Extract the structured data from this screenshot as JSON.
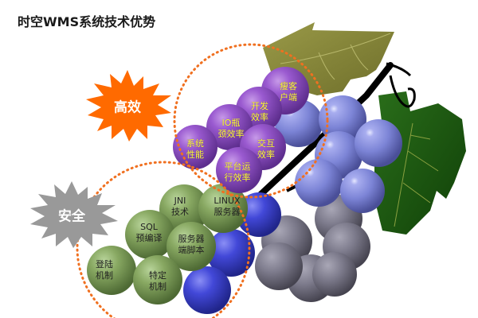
{
  "title": "时空WMS系统技术优势",
  "categories": {
    "efficiency": {
      "label": "高效",
      "color": "#ff6a00"
    },
    "security": {
      "label": "安全",
      "color": "#999999"
    }
  },
  "efficiency_items": [
    {
      "label": "瘦客\n户端"
    },
    {
      "label": "开发\n效率"
    },
    {
      "label": "IO瓶\n颈效率"
    },
    {
      "label": "系统\n性能"
    },
    {
      "label": "交互\n效率"
    },
    {
      "label": "平台运\n行效率"
    }
  ],
  "security_items": [
    {
      "label": "JNI\n技术"
    },
    {
      "label": "LINUX\n服务器"
    },
    {
      "label": "SQL\n预编译"
    },
    {
      "label": "服务器\n端脚本"
    },
    {
      "label": "登陆\n机制"
    },
    {
      "label": "特定\n机制"
    }
  ],
  "colors": {
    "purple_grape": "#8a4cc0",
    "green_grape": "#7fa05a",
    "blue_grape": "#3a3fd0",
    "lavender_grape": "#7f86d8",
    "gray_grape": "#7a7888",
    "dotted_circle": "#f07020",
    "leaf_olive": "#8a8a3a",
    "leaf_dark": "#1e5a12"
  }
}
